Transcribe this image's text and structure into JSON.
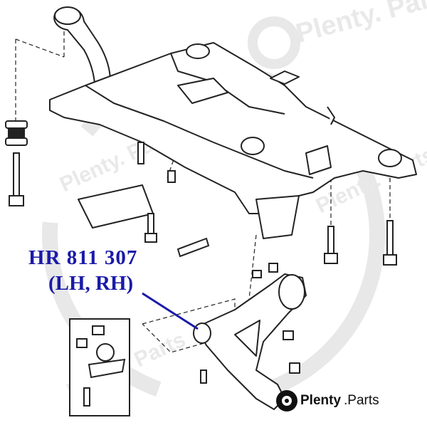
{
  "callout": {
    "part_number": "HR 811 307",
    "side": "(LH, RH)",
    "color": "#1a1aa8"
  },
  "brand": {
    "name": "Plenty",
    "tld": ".Parts",
    "logo_icon": "plenty-logo-icon"
  },
  "watermark": {
    "text": "Plenty. Parts",
    "icon": "plenty-watermark-icon",
    "color": "#e6e6e6"
  },
  "drawing": {
    "line_color": "#222222",
    "parts": [
      "subframe",
      "stabilizer-link",
      "bushing",
      "mount-bolts",
      "lower-control-arm",
      "ball-joint-inset"
    ]
  }
}
